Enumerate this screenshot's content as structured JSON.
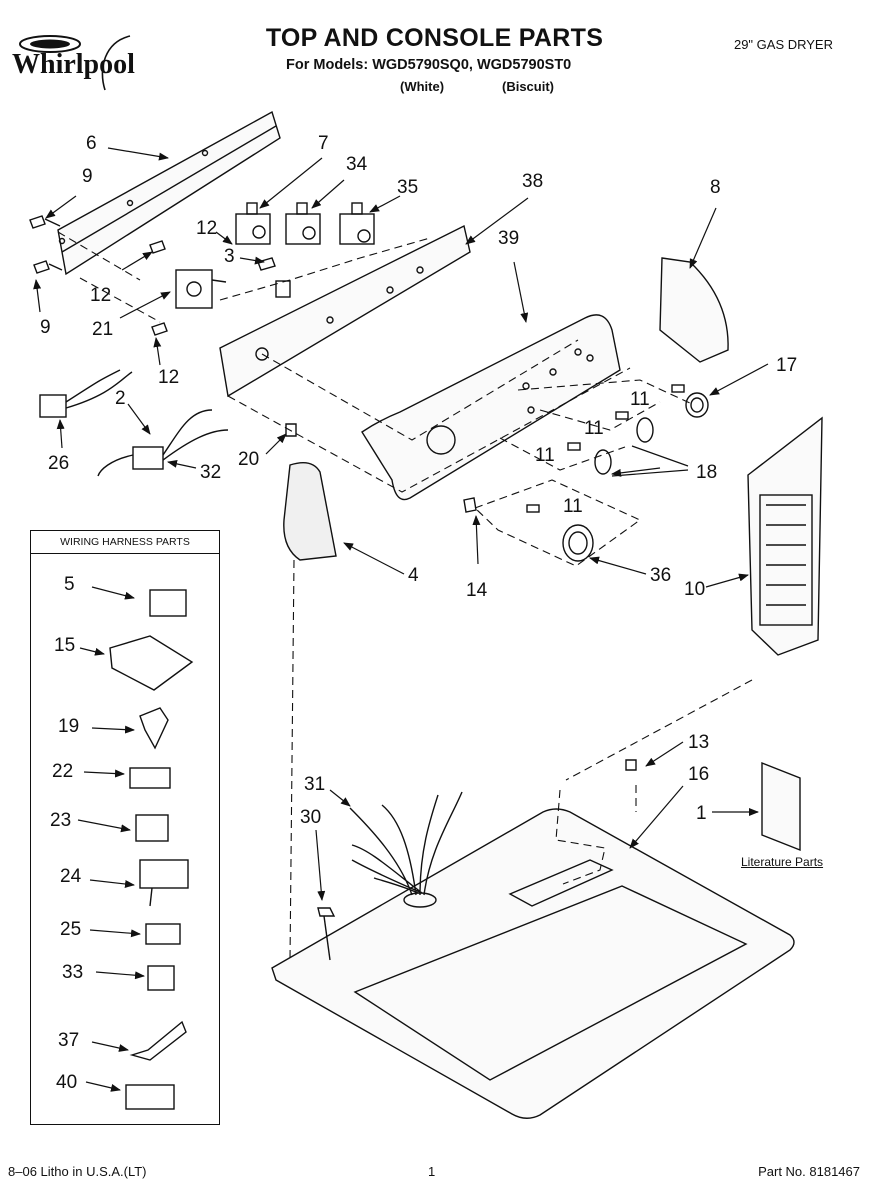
{
  "header": {
    "brand": "Whirlpool",
    "title": "TOP AND CONSOLE PARTS",
    "models": "For Models: WGD5790SQ0, WGD5790ST0",
    "color_white": "(White)",
    "color_biscuit": "(Biscuit)",
    "product_type": "29\" GAS DRYER"
  },
  "harness_box": {
    "title": "WIRING HARNESS PARTS"
  },
  "literature_label": "Literature Parts",
  "callouts": {
    "c6": "6",
    "c7": "7",
    "c34": "34",
    "c35": "35",
    "c38": "38",
    "c8": "8",
    "c9a": "9",
    "c9b": "9",
    "c12a": "12",
    "c12b": "12",
    "c12c": "12",
    "c3": "3",
    "c39": "39",
    "c21": "21",
    "c17": "17",
    "c2": "2",
    "c11a": "11",
    "c11b": "11",
    "c11c": "11",
    "c11d": "11",
    "c18": "18",
    "c26": "26",
    "c20": "20",
    "c32": "32",
    "c4": "4",
    "c14": "14",
    "c36": "36",
    "c10": "10",
    "c5": "5",
    "c15": "15",
    "c19": "19",
    "c22": "22",
    "c23": "23",
    "c24": "24",
    "c25": "25",
    "c33": "33",
    "c37": "37",
    "c40": "40",
    "c13": "13",
    "c16": "16",
    "c31": "31",
    "c30": "30",
    "c1": "1"
  },
  "footer": {
    "left": "8–06 Litho in U.S.A.(LT)",
    "page": "1",
    "part_no": "Part No. 8181467"
  }
}
